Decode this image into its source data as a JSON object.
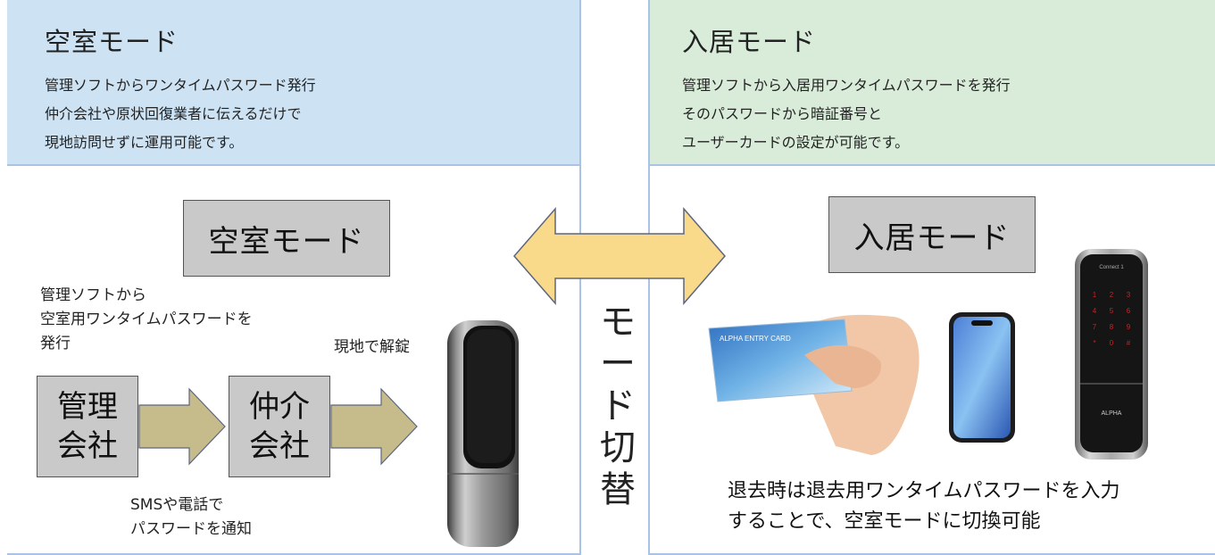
{
  "vacant_panel": {
    "title": "空室モード",
    "desc": [
      "管理ソフトからワンタイムパスワード発行",
      "仲介会社や原状回復業者に伝えるだけで",
      "現地訪問せずに運用可能です。"
    ],
    "mode_box": "空室モード",
    "issue_note": [
      "管理ソフトから",
      "空室用ワンタイムパスワードを",
      "発行"
    ],
    "unlock_note": "現地で解錠",
    "box_management": [
      "管理",
      "会社"
    ],
    "box_agency": [
      "仲介",
      "会社"
    ],
    "sms_note": [
      "SMSや電話で",
      "パスワードを通知"
    ]
  },
  "switch_label": [
    "モ",
    "ー",
    "ド",
    "切",
    "替"
  ],
  "occupied_panel": {
    "title": "入居モード",
    "desc": [
      "管理ソフトから入居用ワンタイムパスワードを発行",
      "そのパスワードから暗証番号と",
      "ユーザーカードの設定が可能です。"
    ],
    "mode_box": "入居モード",
    "card_text": "ALPHA ENTRY CARD",
    "lock_brand": "ALPHA",
    "lock_model": "Connect 1",
    "keypad": [
      "1",
      "2",
      "3",
      "4",
      "5",
      "6",
      "7",
      "8",
      "9",
      "*",
      "0",
      "#"
    ],
    "bottom_note": [
      "退去時は退去用ワンタイムパスワードを入力",
      "することで、空室モードに切換可能"
    ]
  },
  "colors": {
    "vacant_header": "#cde3f4",
    "occupied_header": "#d8ecd9",
    "border": "#a9c3e6",
    "double_arrow": "#f9d98a",
    "flow_arrow": "#c6bb8a",
    "gray_box": "#c9c9c9"
  }
}
